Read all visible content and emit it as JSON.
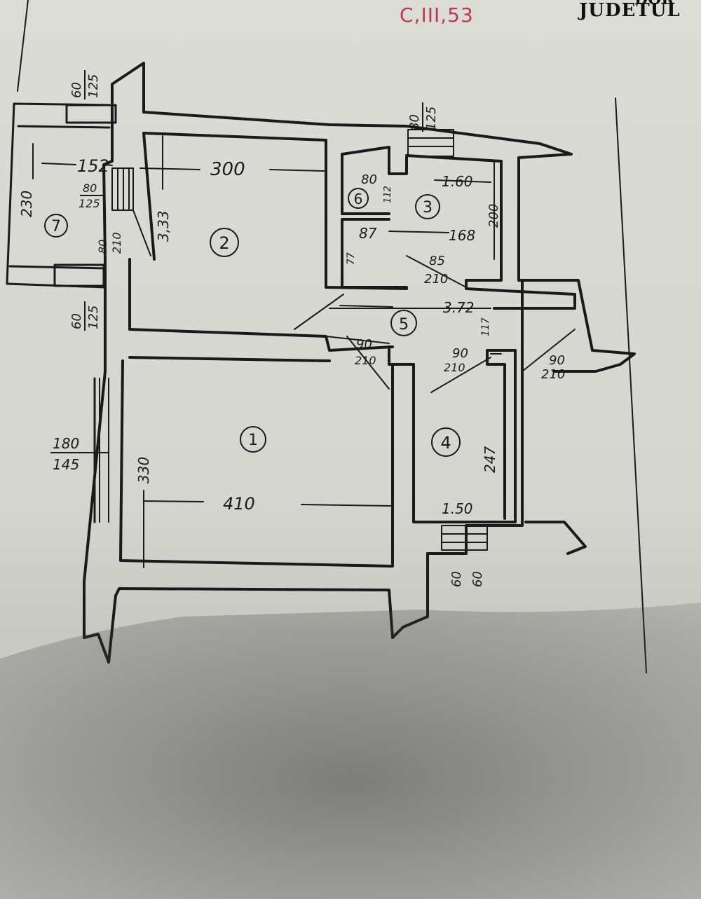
{
  "header": {
    "ref_code": "C,III,53",
    "county_label": "JUDETUL",
    "top_fragment": "DOR"
  },
  "rooms": [
    {
      "id": "1",
      "label": "1"
    },
    {
      "id": "2",
      "label": "2"
    },
    {
      "id": "3",
      "label": "3"
    },
    {
      "id": "4",
      "label": "4"
    },
    {
      "id": "5",
      "label": "5"
    },
    {
      "id": "6",
      "label": "6"
    },
    {
      "id": "7",
      "label": "7"
    }
  ],
  "dimensions": {
    "room7_width": "152",
    "room7_height": "230",
    "room2_width": "300",
    "room2_height": "3,33",
    "room3_width": "1.60",
    "room3_height": "200",
    "room3_depth": "168",
    "room6_width": "80",
    "room6_height": "112",
    "room6_lower_width": "87",
    "room6_lower_height": "77",
    "hall_width": "3.72",
    "hall_height": "117",
    "room1_width": "410",
    "room1_height": "330",
    "room4_width": "1.50",
    "room4_height": "247"
  },
  "openings": {
    "window_top_left_w": "60",
    "window_top_left_h": "125",
    "window_left_w": "60",
    "window_left_h": "125",
    "window_top_right_w": "80",
    "window_top_right_h": "125",
    "window_room2_w": "80",
    "window_room2_h": "125",
    "door_room7_w": "80",
    "door_room7_h": "210",
    "door_room3_w": "85",
    "door_room3_h": "210",
    "door_room1_w": "90",
    "door_room1_h": "210",
    "door_room4_w": "90",
    "door_room4_h": "210",
    "door_entry_w": "90",
    "door_entry_h": "210",
    "window_room1_w": "180",
    "window_room1_h": "145",
    "window_room4_w": "60",
    "window_room4_h": "60"
  },
  "colors": {
    "ink": "#1a1a1a",
    "red_ink": "#c0394b",
    "paper": "#dcdcd6"
  }
}
